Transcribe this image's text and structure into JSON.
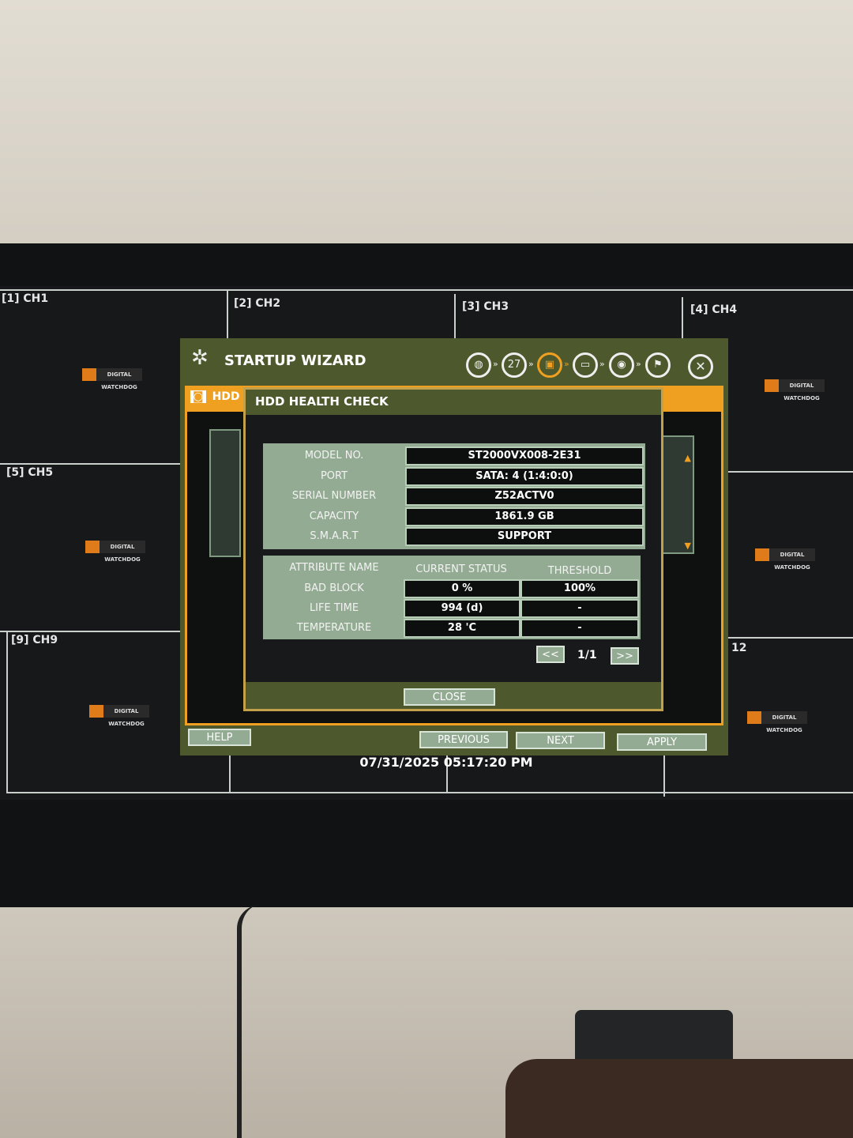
{
  "channels": [
    "[1] CH1",
    "[2] CH2",
    "[3] CH3",
    "[4] CH4",
    "[5] CH5",
    "[9] CH9",
    "12"
  ],
  "logo_text": "DIGITAL WATCHDOG",
  "wizard": {
    "title": "STARTUP WIZARD",
    "steps": [
      {
        "icon": "globe-icon"
      },
      {
        "icon": "calendar-icon",
        "label": "27"
      },
      {
        "icon": "hdd-icon",
        "active": true
      },
      {
        "icon": "monitor-icon"
      },
      {
        "icon": "camera-icon"
      },
      {
        "icon": "finish-flag-icon"
      }
    ],
    "tab": "HDD",
    "accent": "#f0a020",
    "buttons": {
      "help": "HELP",
      "previous": "PREVIOUS",
      "next": "NEXT",
      "apply": "APPLY"
    }
  },
  "dialog": {
    "title": "HDD HEALTH CHECK",
    "info": [
      {
        "label": "MODEL NO.",
        "value": "ST2000VX008-2E31"
      },
      {
        "label": "PORT",
        "value": "SATA: 4  (1:4:0:0)"
      },
      {
        "label": "SERIAL NUMBER",
        "value": "Z52ACTV0"
      },
      {
        "label": "CAPACITY",
        "value": "1861.9 GB"
      },
      {
        "label": "S.M.A.R.T",
        "value": "SUPPORT"
      }
    ],
    "attr_headers": [
      "ATTRIBUTE NAME",
      "CURRENT STATUS",
      "THRESHOLD"
    ],
    "attributes": [
      {
        "name": "BAD BLOCK",
        "current": "0 %",
        "threshold": "100%"
      },
      {
        "name": "LIFE TIME",
        "current": "994 (d)",
        "threshold": "-"
      },
      {
        "name": "TEMPERATURE",
        "current": "28 'C",
        "threshold": "-"
      }
    ],
    "pager": {
      "prev": "<<",
      "page": "1/1",
      "next": ">>"
    },
    "close": "CLOSE"
  },
  "datetime": "07/31/2025 05:17:20 PM"
}
